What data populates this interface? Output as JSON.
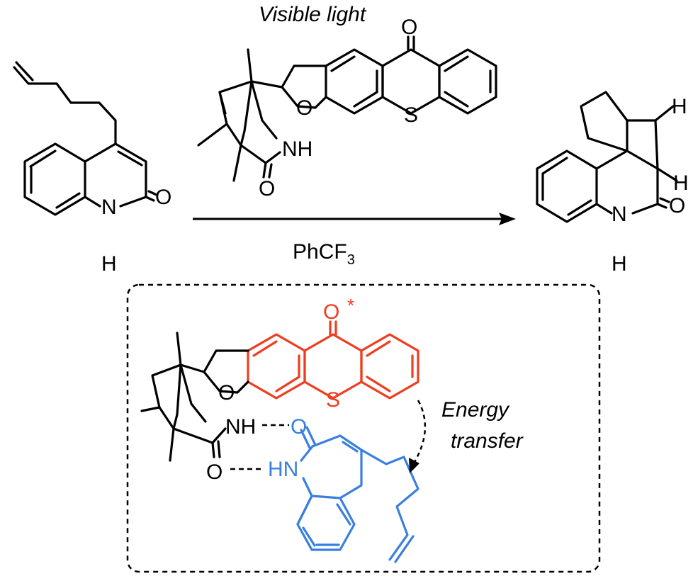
{
  "conditions": {
    "top": "Visible light",
    "bottom": "PhCF",
    "bottom_sub": "3"
  },
  "inset": {
    "label_line1": "Energy",
    "label_line2": "transfer",
    "excited_marker": "*"
  },
  "atoms": {
    "N": "N",
    "H": "H",
    "O": "O",
    "S": "S",
    "NH": "NH",
    "HN": "HN"
  },
  "colors": {
    "catalyst_core": "#f03c1e",
    "substrate_bound": "#3a7fe0",
    "default": "#000000"
  }
}
